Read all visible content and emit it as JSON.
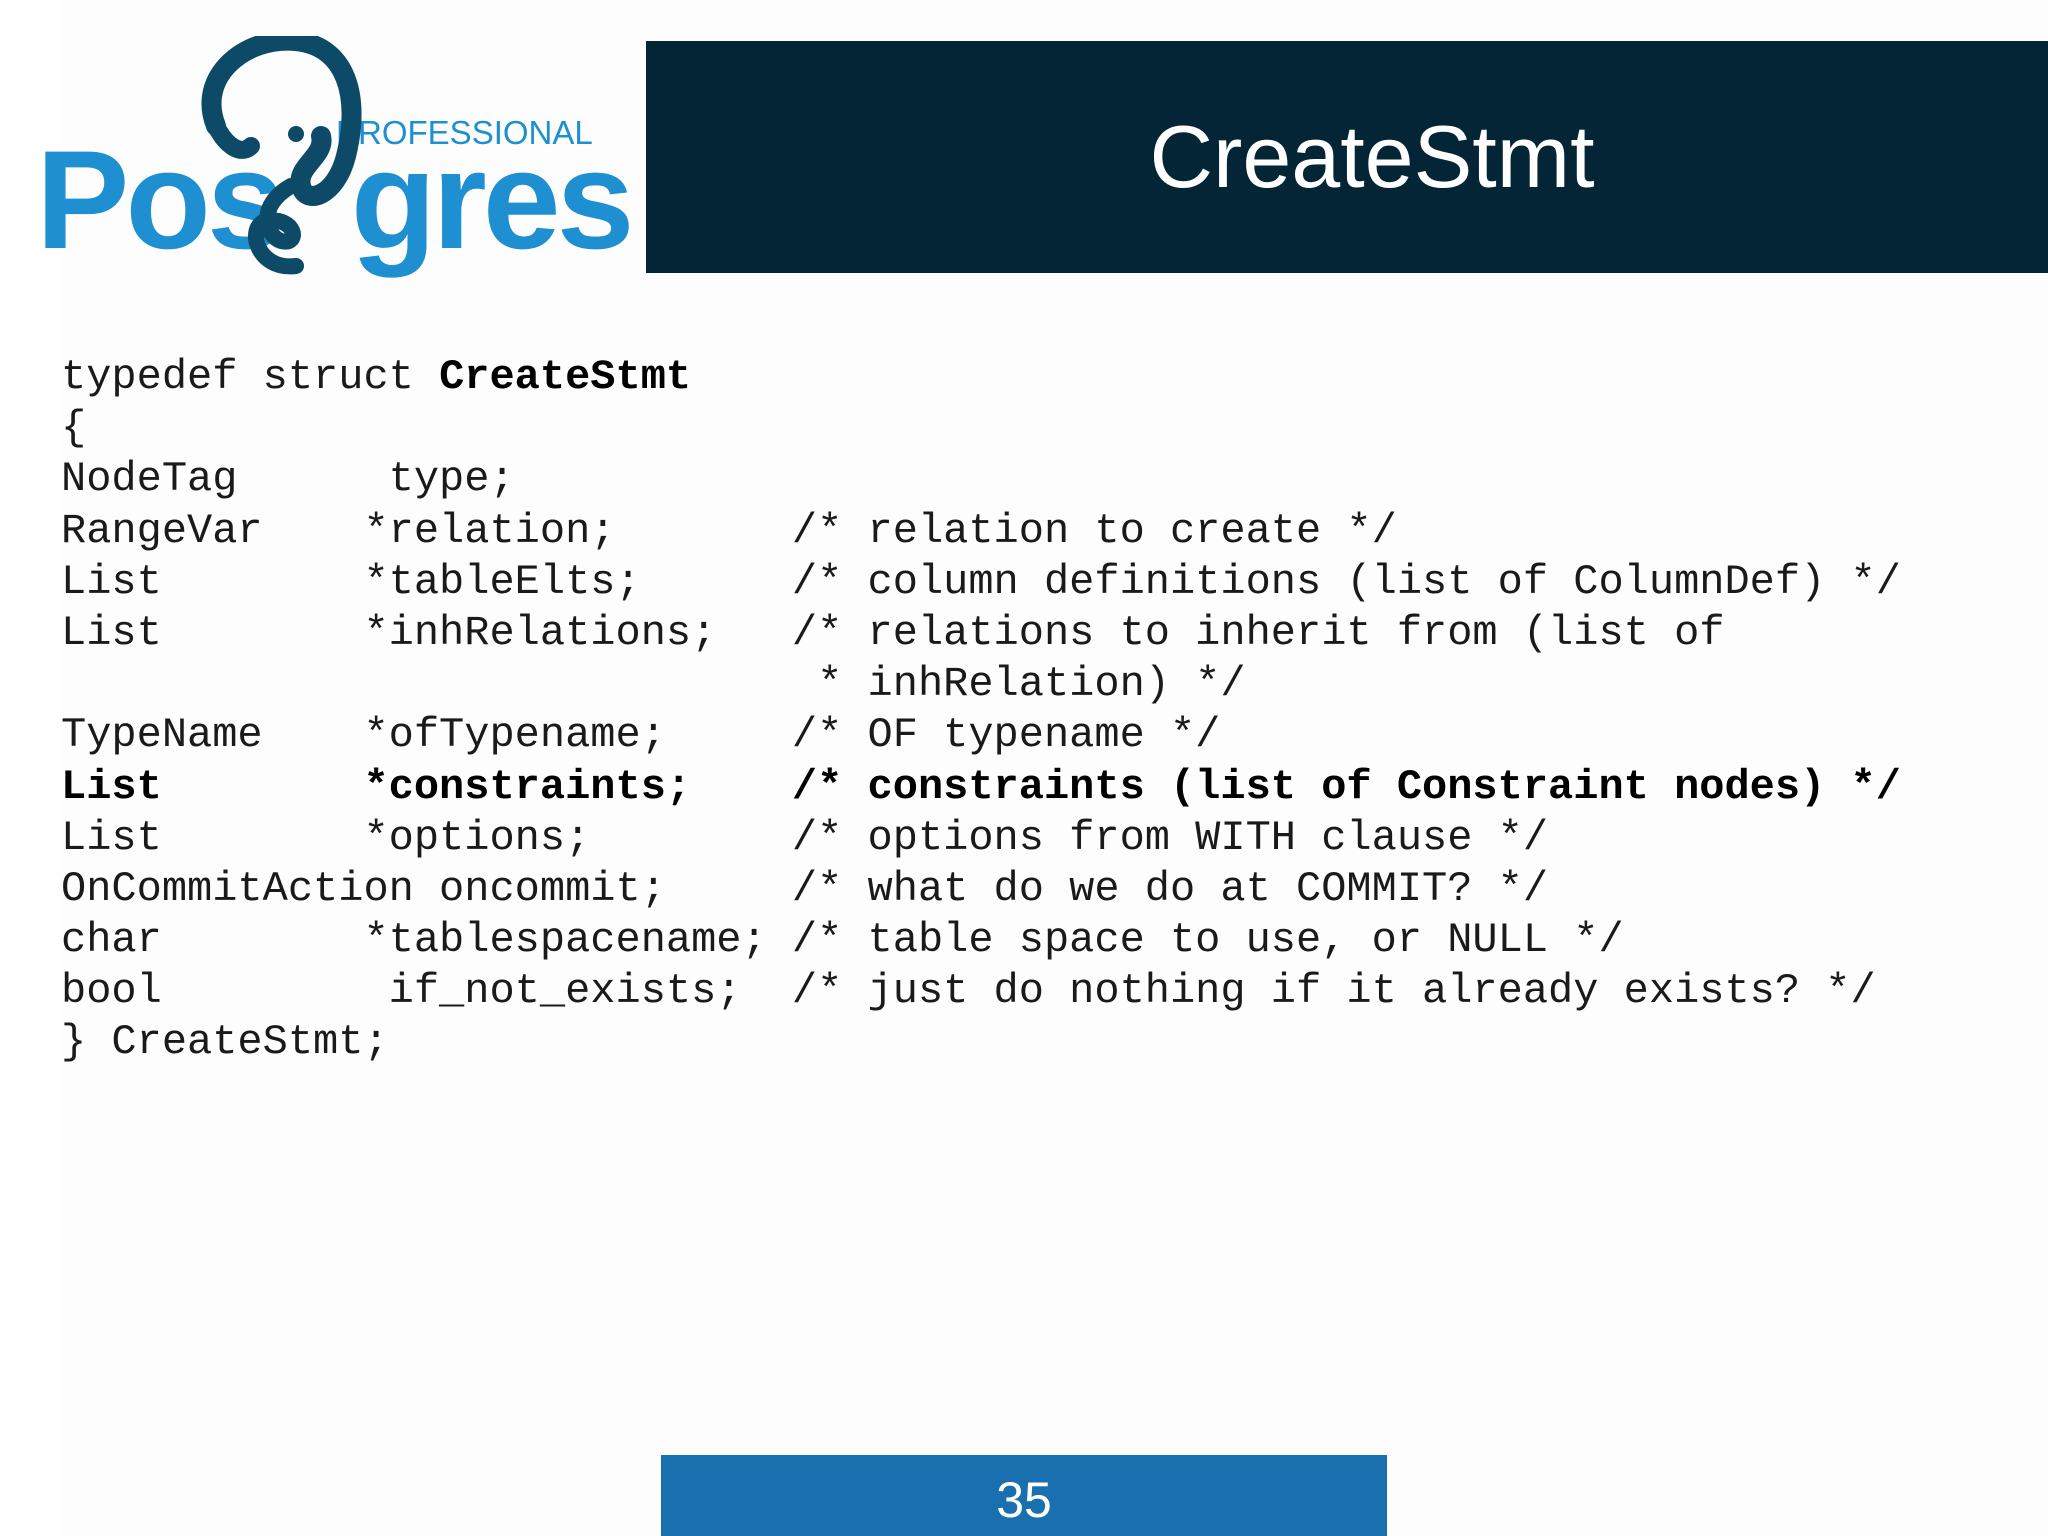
{
  "logo": {
    "top_word": "PROFESSIONAL",
    "main_word_left": "Pos",
    "main_word_right": "gres",
    "brand_color": "#1e8fd0",
    "elephant_color": "#0c4a68"
  },
  "header": {
    "title": "CreateStmt",
    "bar_color": "#032536"
  },
  "code": {
    "declaration_prefix": "typedef struct ",
    "declaration_name": "CreateStmt",
    "open_brace": "{",
    "fields": [
      {
        "text": "NodeTag      type;",
        "bold": false
      },
      {
        "text": "RangeVar    *relation;       /* relation to create */",
        "bold": false
      },
      {
        "text": "List        *tableElts;      /* column definitions (list of ColumnDef) */",
        "bold": false
      },
      {
        "text": "List        *inhRelations;   /* relations to inherit from (list of",
        "bold": false
      },
      {
        "text": "                              * inhRelation) */",
        "bold": false
      },
      {
        "text": "TypeName    *ofTypename;     /* OF typename */",
        "bold": false
      },
      {
        "text": "List        *constraints;    /* constraints (list of Constraint nodes) */",
        "bold": true
      },
      {
        "text": "List        *options;        /* options from WITH clause */",
        "bold": false
      },
      {
        "text": "OnCommitAction oncommit;     /* what do we do at COMMIT? */",
        "bold": false
      },
      {
        "text": "char        *tablespacename; /* table space to use, or NULL */",
        "bold": false
      },
      {
        "text": "bool         if_not_exists;  /* just do nothing if it already exists? */",
        "bold": false
      }
    ],
    "closing": "} CreateStmt;"
  },
  "footer": {
    "page_number": "35",
    "bar_color": "#1a6fae"
  }
}
